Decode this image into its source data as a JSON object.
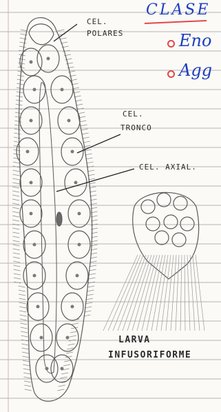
{
  "header": {
    "title": "CLASE",
    "bullet_1": "Eno",
    "bullet_2": "Agg"
  },
  "labels": {
    "polar_cells": [
      "CEL.",
      "POLARES"
    ],
    "trunk_cells": [
      "CEL.",
      "TRONCO"
    ],
    "axial_cell": "CEL. AXIAL.",
    "caption": [
      "LARVA",
      "INFUSORIFORME"
    ]
  },
  "colors": {
    "paper": "#fbfaf6",
    "rule_line": "#b4b4b4",
    "margin_line": "#d9b0b0",
    "pencil": "#5a5a5a",
    "pen_blue": "#1d3fbf",
    "pen_red": "#e04848"
  }
}
